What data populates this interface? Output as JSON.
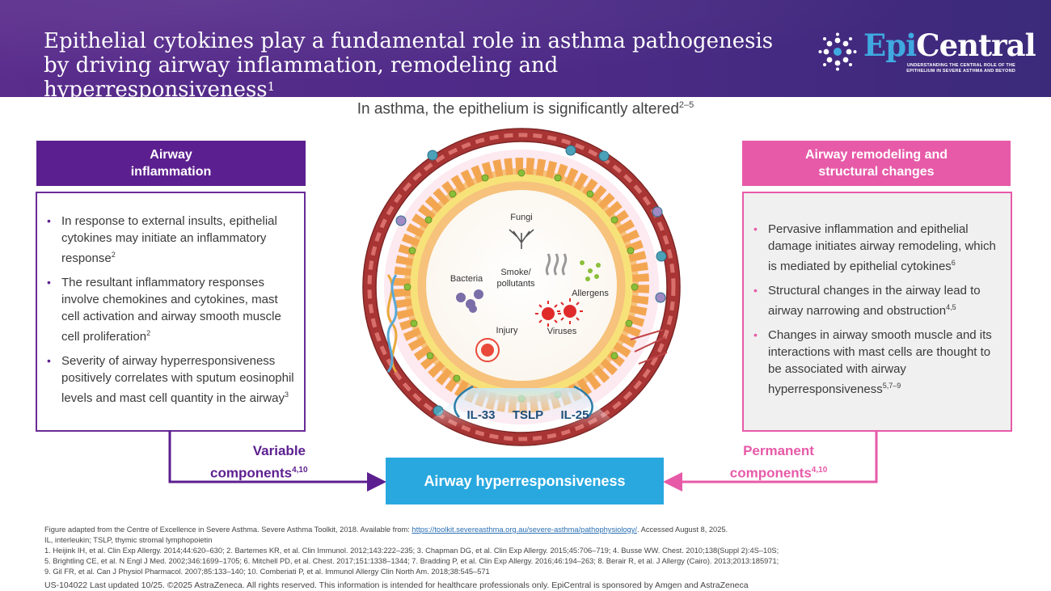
{
  "header": {
    "title": "Epithelial cytokines play a fundamental role in asthma pathogenesis by driving airway inflammation, remodeling and hyperresponsiveness",
    "title_ref": "1",
    "logo_prefix": "Epi",
    "logo_suffix": "Central",
    "logo_tagline_1": "UNDERSTANDING THE CENTRAL ROLE OF THE",
    "logo_tagline_2": "EPITHELIUM IN SEVERE ASTHMA AND BEYOND"
  },
  "subtitle": {
    "text": "In asthma, the epithelium is significantly altered",
    "ref": "2–5"
  },
  "left_panel": {
    "heading_1": "Airway",
    "heading_2": "inflammation",
    "bullets": [
      {
        "text": "In response to external insults, epithelial cytokines may initiate an inflammatory response",
        "ref": "2"
      },
      {
        "text": "The resultant inflammatory responses involve chemokines and cytokines, mast cell activation and airway smooth muscle cell proliferation",
        "ref": "2"
      },
      {
        "text": "Severity of airway hyperresponsiveness positively correlates with sputum eosinophil levels and mast cell quantity in the airway",
        "ref": "3"
      }
    ]
  },
  "right_panel": {
    "heading_1": "Airway remodeling and",
    "heading_2": "structural changes",
    "bullets": [
      {
        "text": "Pervasive inflammation and epithelial damage initiates airway remodeling, which is mediated by epithelial cytokines",
        "ref": "6"
      },
      {
        "text": "Structural changes in the airway lead to airway narrowing and obstruction",
        "ref": "4,5"
      },
      {
        "text": "Changes in airway smooth muscle and its interactions with mast cells are thought to be associated with airway hyperresponsiveness",
        "ref": "5,7–9"
      }
    ]
  },
  "diagram": {
    "fungi": "Fungi",
    "bacteria": "Bacteria",
    "smoke_1": "Smoke/",
    "smoke_2": "pollutants",
    "allergens": "Allergens",
    "injury": "Injury",
    "viruses": "Viruses",
    "il33": "IL-33",
    "tslp": "TSLP",
    "il25": "IL-25"
  },
  "bottom": {
    "center_label": "Airway hyperresponsiveness",
    "variable_1": "Variable",
    "variable_2": "components",
    "variable_ref": "4,10",
    "permanent_1": "Permanent",
    "permanent_2": "components",
    "permanent_ref": "4,10"
  },
  "colors": {
    "purple": "#5c1f8f",
    "pink": "#e75aa8",
    "blue": "#29a8e0",
    "muscle_red": "#b53a3a"
  },
  "footer": {
    "figure_prefix": "Figure adapted from the Centre of Excellence in Severe Asthma. Severe Asthma Toolkit, 2018. Available from: ",
    "figure_link": "https://toolkit.severeasthma.org.au/severe-asthma/pathophysiology/",
    "figure_suffix": ". Accessed August 8, 2025.",
    "abbrev": "IL, interleukin; TSLP, thymic stromal lymphopoietin",
    "ref_line_1": "1. Heijink IH, et al. Clin Exp Allergy. 2014;44:620–630; 2. Bartemes KR, et al. Clin Immunol. 2012;143:222–235; 3. Chapman DG, et al. Clin Exp Allergy. 2015;45:706–719; 4. Busse WW. Chest. 2010;138(Suppl 2):4S–10S;",
    "ref_line_2": "5. Brightling CE, et al. N Engl J Med. 2002;346:1699–1705; 6. Mitchell PD, et al. Chest. 2017;151:1338–1344; 7. Bradding P, et al. Clin Exp Allergy. 2016;46:194–263; 8. Berair R, et al. J Allergy (Cairo). 2013;2013:185971;",
    "ref_line_3": "9. Gil FR, et al. Can J Physiol Pharmacol. 2007;85:133–140; 10. Comberiati P, et al. Immunol Allergy Clin North Am. 2018;38:545–571",
    "legal": "US-104022 Last updated 10/25. ©2025 AstraZeneca. All rights reserved. This information is intended for healthcare professionals only. EpiCentral is sponsored by Amgen and AstraZeneca"
  }
}
